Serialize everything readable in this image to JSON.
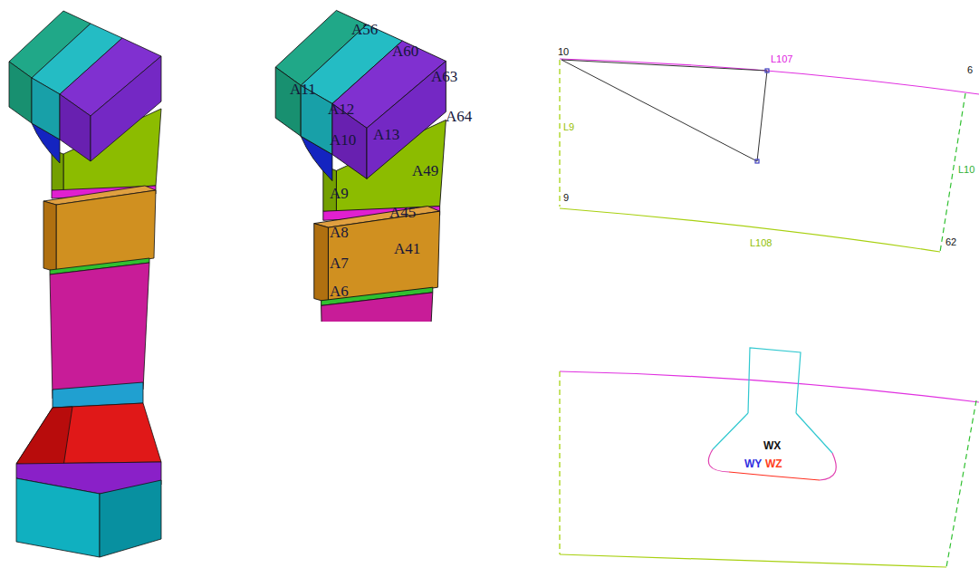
{
  "diagram": {
    "labels": [
      "A56",
      "A60",
      "A11",
      "A63",
      "A12",
      "A64",
      "A10",
      "A13",
      "A49",
      "A9",
      "A45",
      "A8",
      "A41",
      "A7",
      "A6",
      "10",
      "L107",
      "6",
      "L9",
      "L10",
      "9",
      "L108",
      "62",
      "WX",
      "WY",
      "WZ"
    ]
  }
}
